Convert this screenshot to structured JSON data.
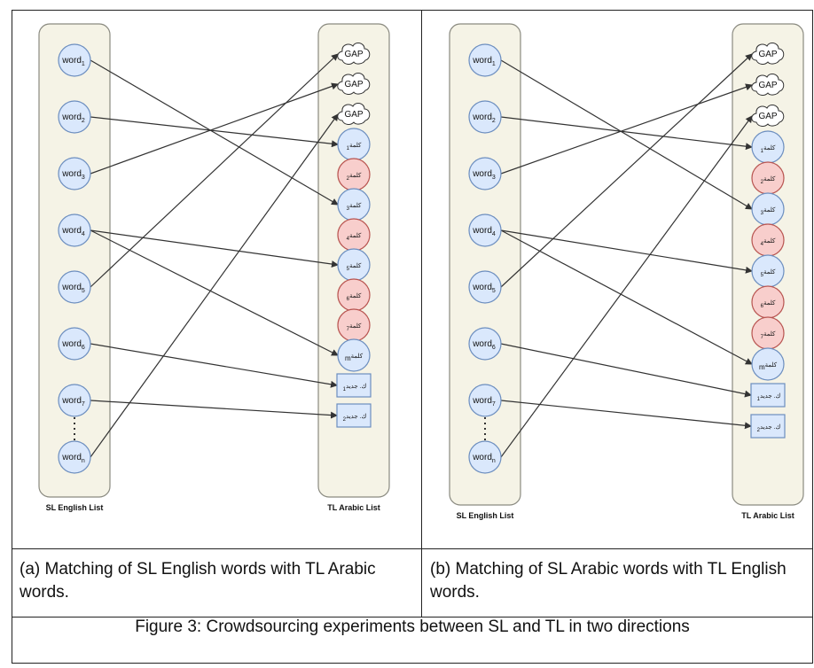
{
  "panel_a": {
    "sl_list_label": "SL English List",
    "tl_list_label": "TL Arabic List",
    "caption": "(a) Matching of SL English words with TL Arabic words.",
    "sl_words": [
      {
        "base": "word",
        "sub": "1"
      },
      {
        "base": "word",
        "sub": "2"
      },
      {
        "base": "word",
        "sub": "3"
      },
      {
        "base": "word",
        "sub": "4"
      },
      {
        "base": "word",
        "sub": "5"
      },
      {
        "base": "word",
        "sub": "6"
      },
      {
        "base": "word",
        "sub": "7"
      },
      {
        "base": "word",
        "sub": "n"
      }
    ],
    "tl_items": [
      {
        "kind": "gap",
        "text": "GAP"
      },
      {
        "kind": "gap",
        "text": "GAP"
      },
      {
        "kind": "gap",
        "text": "GAP"
      },
      {
        "kind": "word-blue",
        "text": "كلمة",
        "sub": "1"
      },
      {
        "kind": "word-red",
        "text": "كلمة",
        "sub": "2"
      },
      {
        "kind": "word-blue",
        "text": "كلمة",
        "sub": "3"
      },
      {
        "kind": "word-red",
        "text": "كلمة",
        "sub": "4"
      },
      {
        "kind": "word-blue",
        "text": "كلمة",
        "sub": "5"
      },
      {
        "kind": "word-red",
        "text": "كلمة",
        "sub": "6"
      },
      {
        "kind": "word-red",
        "text": "كلمة",
        "sub": "7"
      },
      {
        "kind": "word-blue",
        "text": "كلمة",
        "sub": "m"
      },
      {
        "kind": "new",
        "text": "ك. جديد",
        "sub": "1"
      },
      {
        "kind": "new",
        "text": "ك. جديد",
        "sub": "2"
      }
    ],
    "links": [
      [
        0,
        5
      ],
      [
        1,
        3
      ],
      [
        2,
        1
      ],
      [
        3,
        7
      ],
      [
        3,
        10
      ],
      [
        4,
        0
      ],
      [
        5,
        11
      ],
      [
        6,
        12
      ],
      [
        7,
        2
      ]
    ]
  },
  "panel_b": {
    "sl_list_label": "SL English List",
    "tl_list_label": "TL Arabic List",
    "caption": "(b) Matching of SL Arabic words with TL English words.",
    "sl_words": [
      {
        "base": "word",
        "sub": "1"
      },
      {
        "base": "word",
        "sub": "2"
      },
      {
        "base": "word",
        "sub": "3"
      },
      {
        "base": "word",
        "sub": "4"
      },
      {
        "base": "word",
        "sub": "5"
      },
      {
        "base": "word",
        "sub": "6"
      },
      {
        "base": "word",
        "sub": "7"
      },
      {
        "base": "word",
        "sub": "n"
      }
    ],
    "tl_items": [
      {
        "kind": "gap",
        "text": "GAP"
      },
      {
        "kind": "gap",
        "text": "GAP"
      },
      {
        "kind": "gap",
        "text": "GAP"
      },
      {
        "kind": "word-blue",
        "text": "كلمة",
        "sub": "1"
      },
      {
        "kind": "word-red",
        "text": "كلمة",
        "sub": "2"
      },
      {
        "kind": "word-blue",
        "text": "كلمة",
        "sub": "3"
      },
      {
        "kind": "word-red",
        "text": "كلمة",
        "sub": "4"
      },
      {
        "kind": "word-blue",
        "text": "كلمة",
        "sub": "5"
      },
      {
        "kind": "word-red",
        "text": "كلمة",
        "sub": "6"
      },
      {
        "kind": "word-red",
        "text": "كلمة",
        "sub": "7"
      },
      {
        "kind": "word-blue",
        "text": "كلمة",
        "sub": "m"
      },
      {
        "kind": "new",
        "text": "ك. جديد",
        "sub": "1"
      },
      {
        "kind": "new",
        "text": "ك. جديد",
        "sub": "2"
      }
    ],
    "links": [
      [
        0,
        5
      ],
      [
        1,
        3
      ],
      [
        2,
        1
      ],
      [
        3,
        7
      ],
      [
        3,
        10
      ],
      [
        4,
        0
      ],
      [
        5,
        11
      ],
      [
        6,
        12
      ],
      [
        7,
        2
      ]
    ]
  },
  "figure_caption": "Figure 3: Crowdsourcing experiments between SL and TL in two directions",
  "colors": {
    "list_fill": "#f5f3e6",
    "list_stroke": "#8a8a80",
    "node_blue_fill": "#dae8fc",
    "node_blue_stroke": "#6c8ebf",
    "node_red_fill": "#f8cecc",
    "node_red_stroke": "#b85450",
    "arrow": "#333333"
  }
}
